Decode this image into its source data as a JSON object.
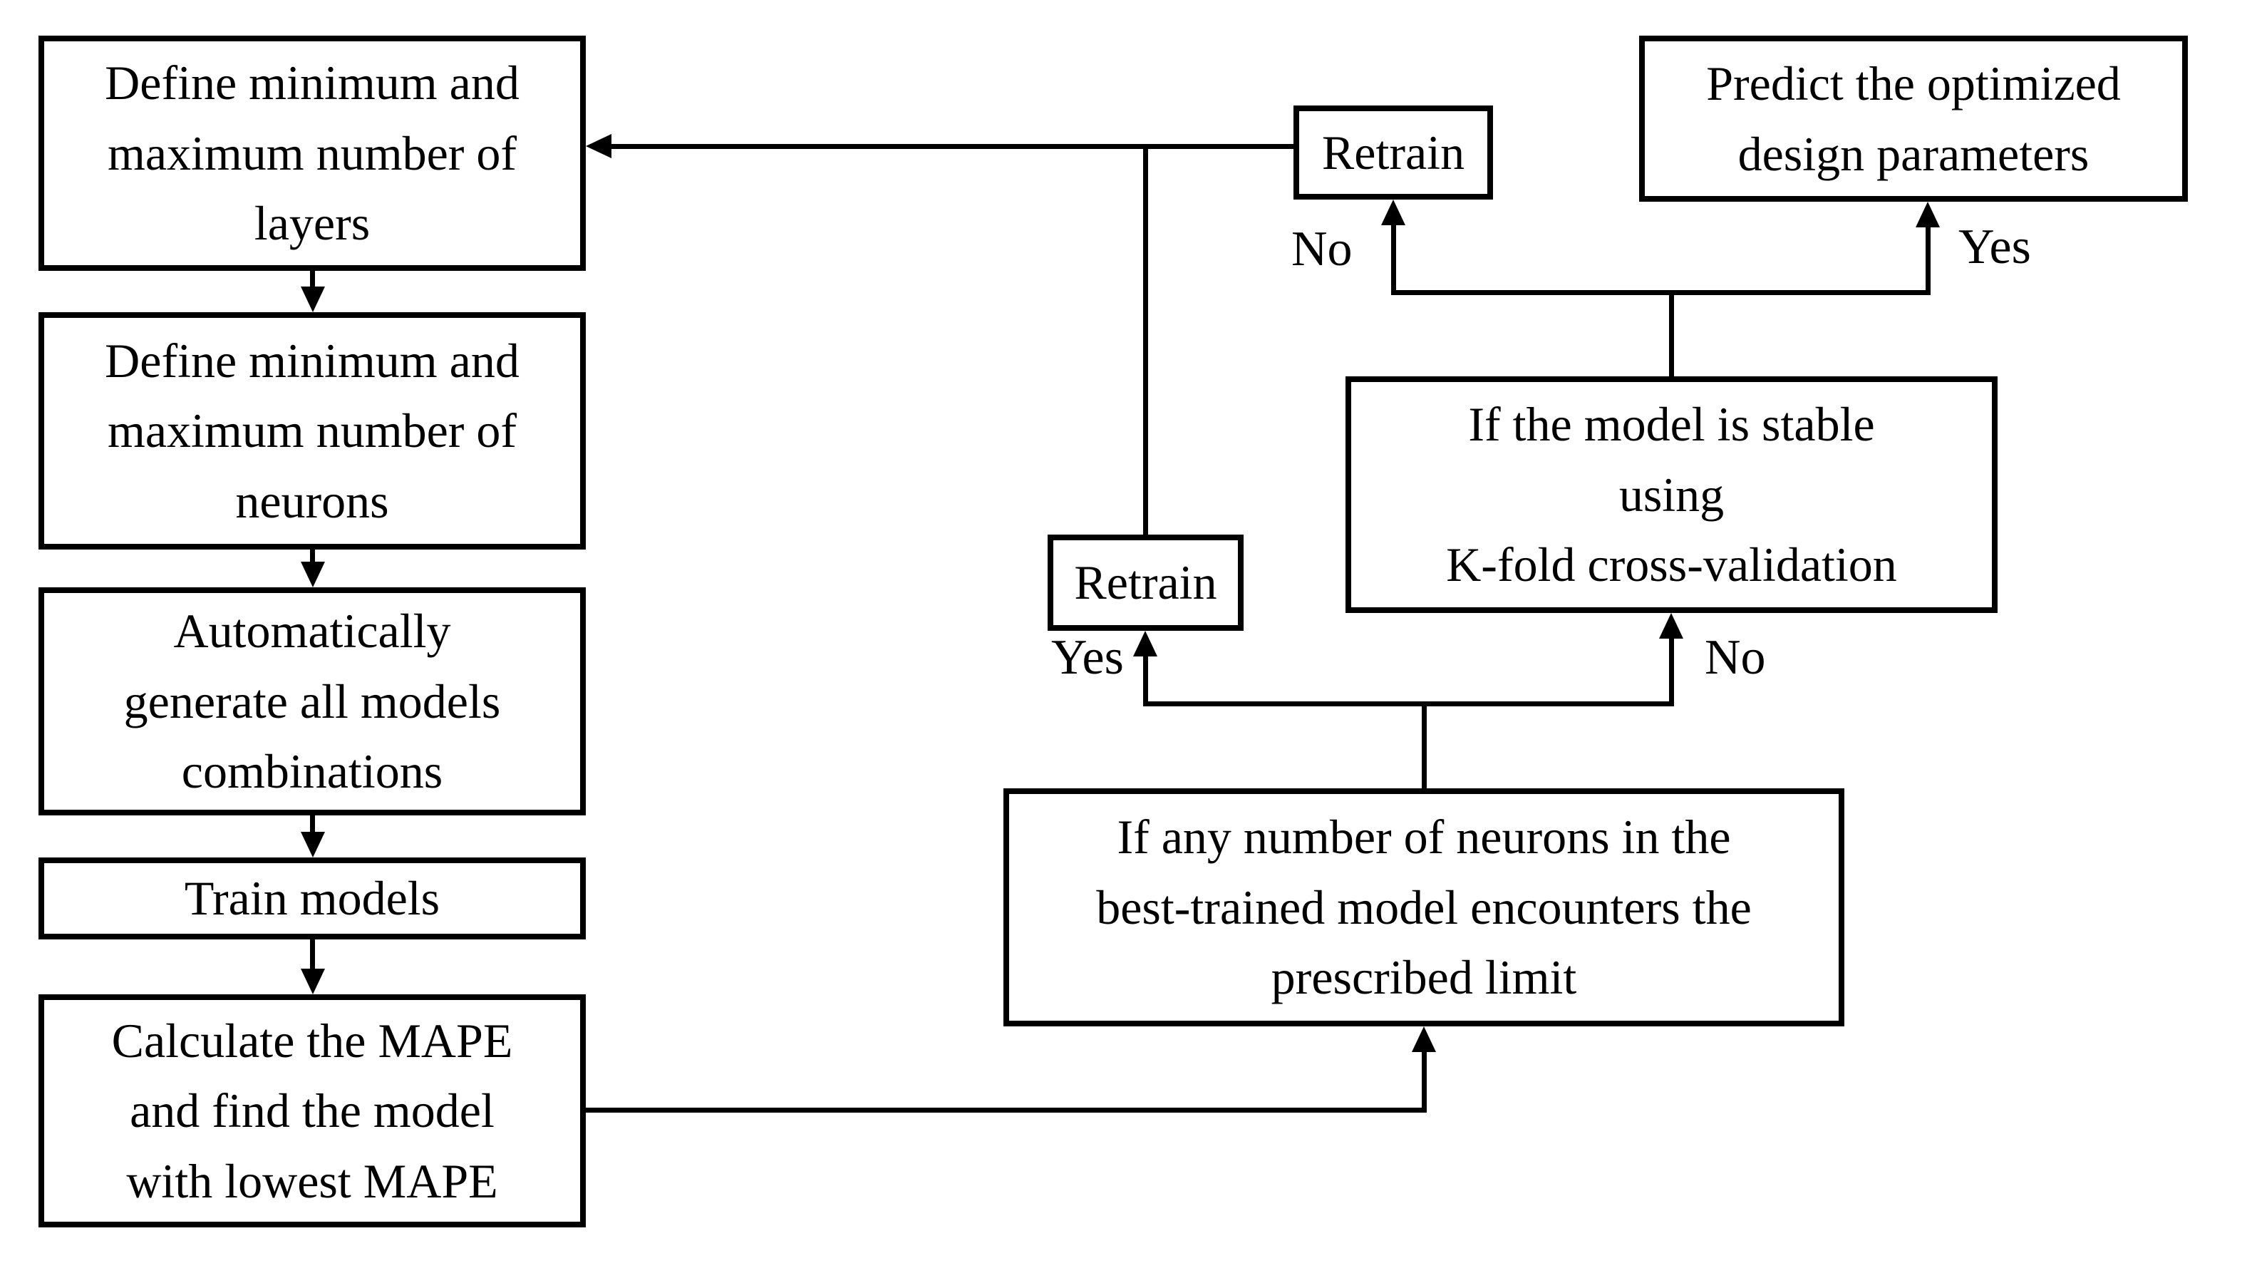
{
  "diagram": {
    "type": "flowchart",
    "background_color": "#ffffff",
    "line_color": "#000000",
    "text_color": "#000000",
    "nodes": {
      "define_layers": "Define minimum and\nmaximum number of\nlayers",
      "define_neurons": "Define minimum and\nmaximum number of\nneurons",
      "generate_models": "Automatically\ngenerate all models\ncombinations",
      "train_models": "Train models",
      "calculate_mape": "Calculate the MAPE\nand find the model\nwith lowest MAPE",
      "retrain_top": "Retrain",
      "retrain_mid": "Retrain",
      "predict": "Predict the optimized\ndesign parameters",
      "stability_check": "If the model is stable\nusing\nK-fold cross-validation",
      "neuron_limit_check": "If any number of neurons in the\nbest-trained model encounters the\nprescribed limit"
    },
    "edge_labels": {
      "stability_no": "No",
      "stability_yes": "Yes",
      "limit_yes": "Yes",
      "limit_no": "No"
    }
  }
}
